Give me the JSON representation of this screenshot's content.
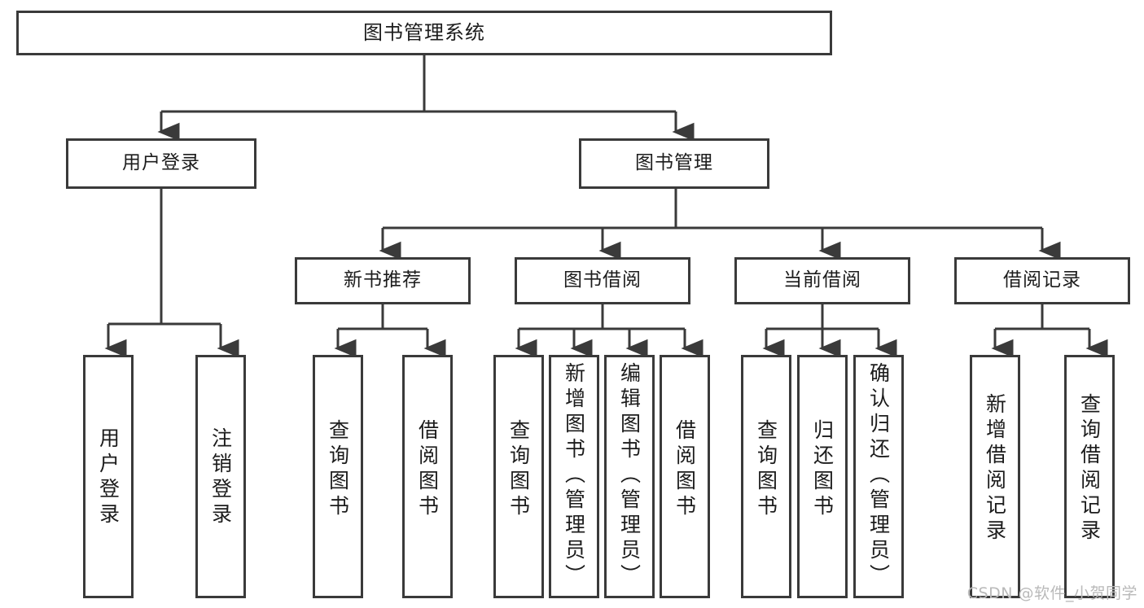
{
  "diagram": {
    "title": "图书管理系统",
    "type": "hierarchy-tree",
    "root": {
      "label": "图书管理系统"
    },
    "level2": [
      {
        "label": "用户登录"
      },
      {
        "label": "图书管理"
      }
    ],
    "level3": [
      {
        "label": "新书推荐"
      },
      {
        "label": "图书借阅"
      },
      {
        "label": "当前借阅"
      },
      {
        "label": "借阅记录"
      }
    ],
    "leaves": {
      "user_login": [
        {
          "label": "用户登录"
        },
        {
          "label": "注销登录"
        }
      ],
      "new_book_recommend": [
        {
          "label": "查询图书"
        },
        {
          "label": "借阅图书"
        }
      ],
      "book_borrow": [
        {
          "label": "查询图书"
        },
        {
          "label": "新增图书（管理员）"
        },
        {
          "label": "编辑图书（管理员）"
        },
        {
          "label": "借阅图书"
        }
      ],
      "current_borrow": [
        {
          "label": "查询图书"
        },
        {
          "label": "归还图书"
        },
        {
          "label": "确认归还（管理员）"
        }
      ],
      "borrow_record": [
        {
          "label": "新增借阅记录"
        },
        {
          "label": "查询借阅记录"
        }
      ]
    }
  },
  "watermark": {
    "text": "CSDN @软件_小贺同学"
  },
  "colors": {
    "border": "#3a3a3a",
    "background": "#ffffff",
    "text": "#1c1c1c",
    "watermark": "#b9b9b9"
  }
}
